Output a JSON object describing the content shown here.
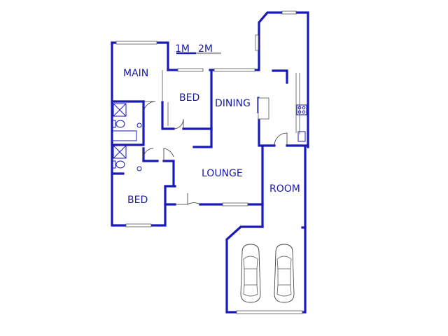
{
  "rooms": {
    "main": "MAIN",
    "bed_top": "BED",
    "dining": "DINING",
    "lounge": "LOUNGE",
    "room": "ROOM",
    "bed_bottom": "BED"
  },
  "scale": {
    "label_1": "1M",
    "label_2": "2M"
  },
  "colors": {
    "wall": "#1a1ab8",
    "label": "#1a1aa6"
  }
}
